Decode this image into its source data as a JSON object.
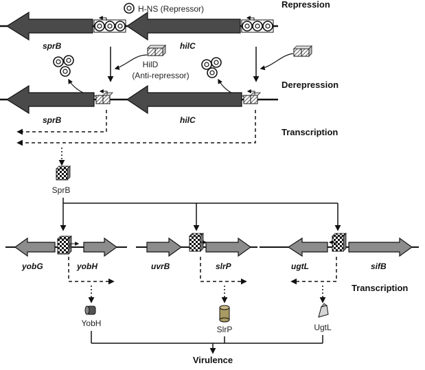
{
  "labels": {
    "hns": "H-NS (Repressor)",
    "hild_line1": "HilD",
    "hild_line2": "(Anti-repressor)",
    "sprb_protein": "SprB",
    "yobh_protein": "YobH",
    "slrp_protein": "SlrP",
    "ugtl_protein": "UgtL"
  },
  "headings": {
    "repression": "Repression",
    "derepression": "Derepression",
    "transcription_top": "Transcription",
    "transcription_bottom": "Transcription",
    "virulence": "Virulence"
  },
  "genes": {
    "sprb_top": "sprB",
    "hilc_top": "hilC",
    "sprb_mid": "sprB",
    "hilc_mid": "hilC",
    "yobg": "yobG",
    "yobh": "yobH",
    "uvrb": "uvrB",
    "slrp": "slrP",
    "ugtl": "ugtL",
    "sifb": "sifB"
  },
  "colors": {
    "dark_gene": "#4a4a4a",
    "light_gene": "#8c8c8c",
    "slrp_cyl": "#a89a63",
    "yobh_cyl": "#555555"
  }
}
